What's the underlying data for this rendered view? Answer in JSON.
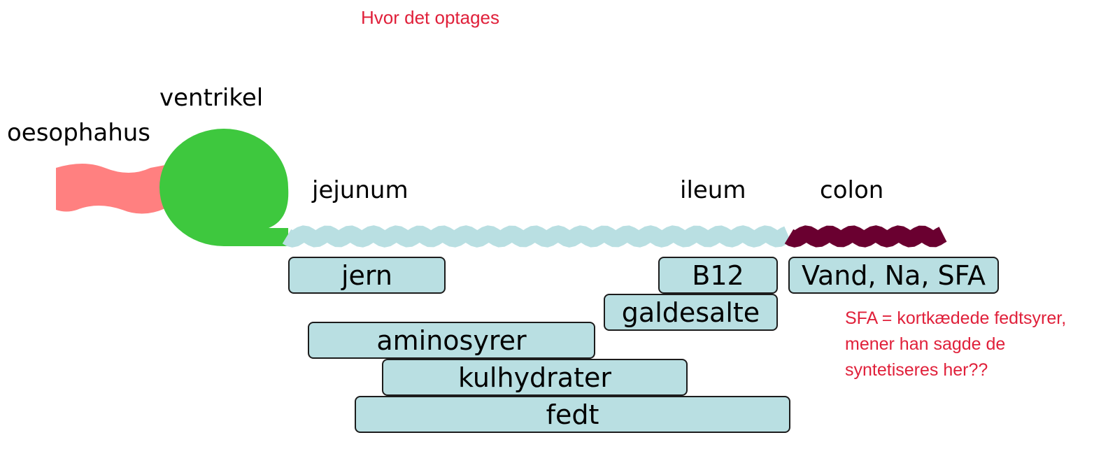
{
  "title": "Hvor det optages",
  "organs": {
    "oesophagus": "oesophahus",
    "ventricle": "ventrikel",
    "jejunum": "jejunum",
    "ileum": "ileum",
    "colon": "colon"
  },
  "absorption": {
    "iron": "jern",
    "b12": "B12",
    "bile_salts": "galdesalte",
    "colon_items": "Vand, Na, SFA",
    "amino_acids": "aminosyrer",
    "carbohydrates": "kulhydrater",
    "fat": "fedt"
  },
  "note": {
    "line1": "SFA = kortkædede fedtsyrer,",
    "line2": "mener han sagde de",
    "line3": "syntetiseres her??"
  },
  "colors": {
    "oesophagus": "#ff8080",
    "ventricle": "#3ec83e",
    "small_intestine": "#b9dfe2",
    "colon": "#6a0030",
    "annotation": "#e0203a"
  }
}
